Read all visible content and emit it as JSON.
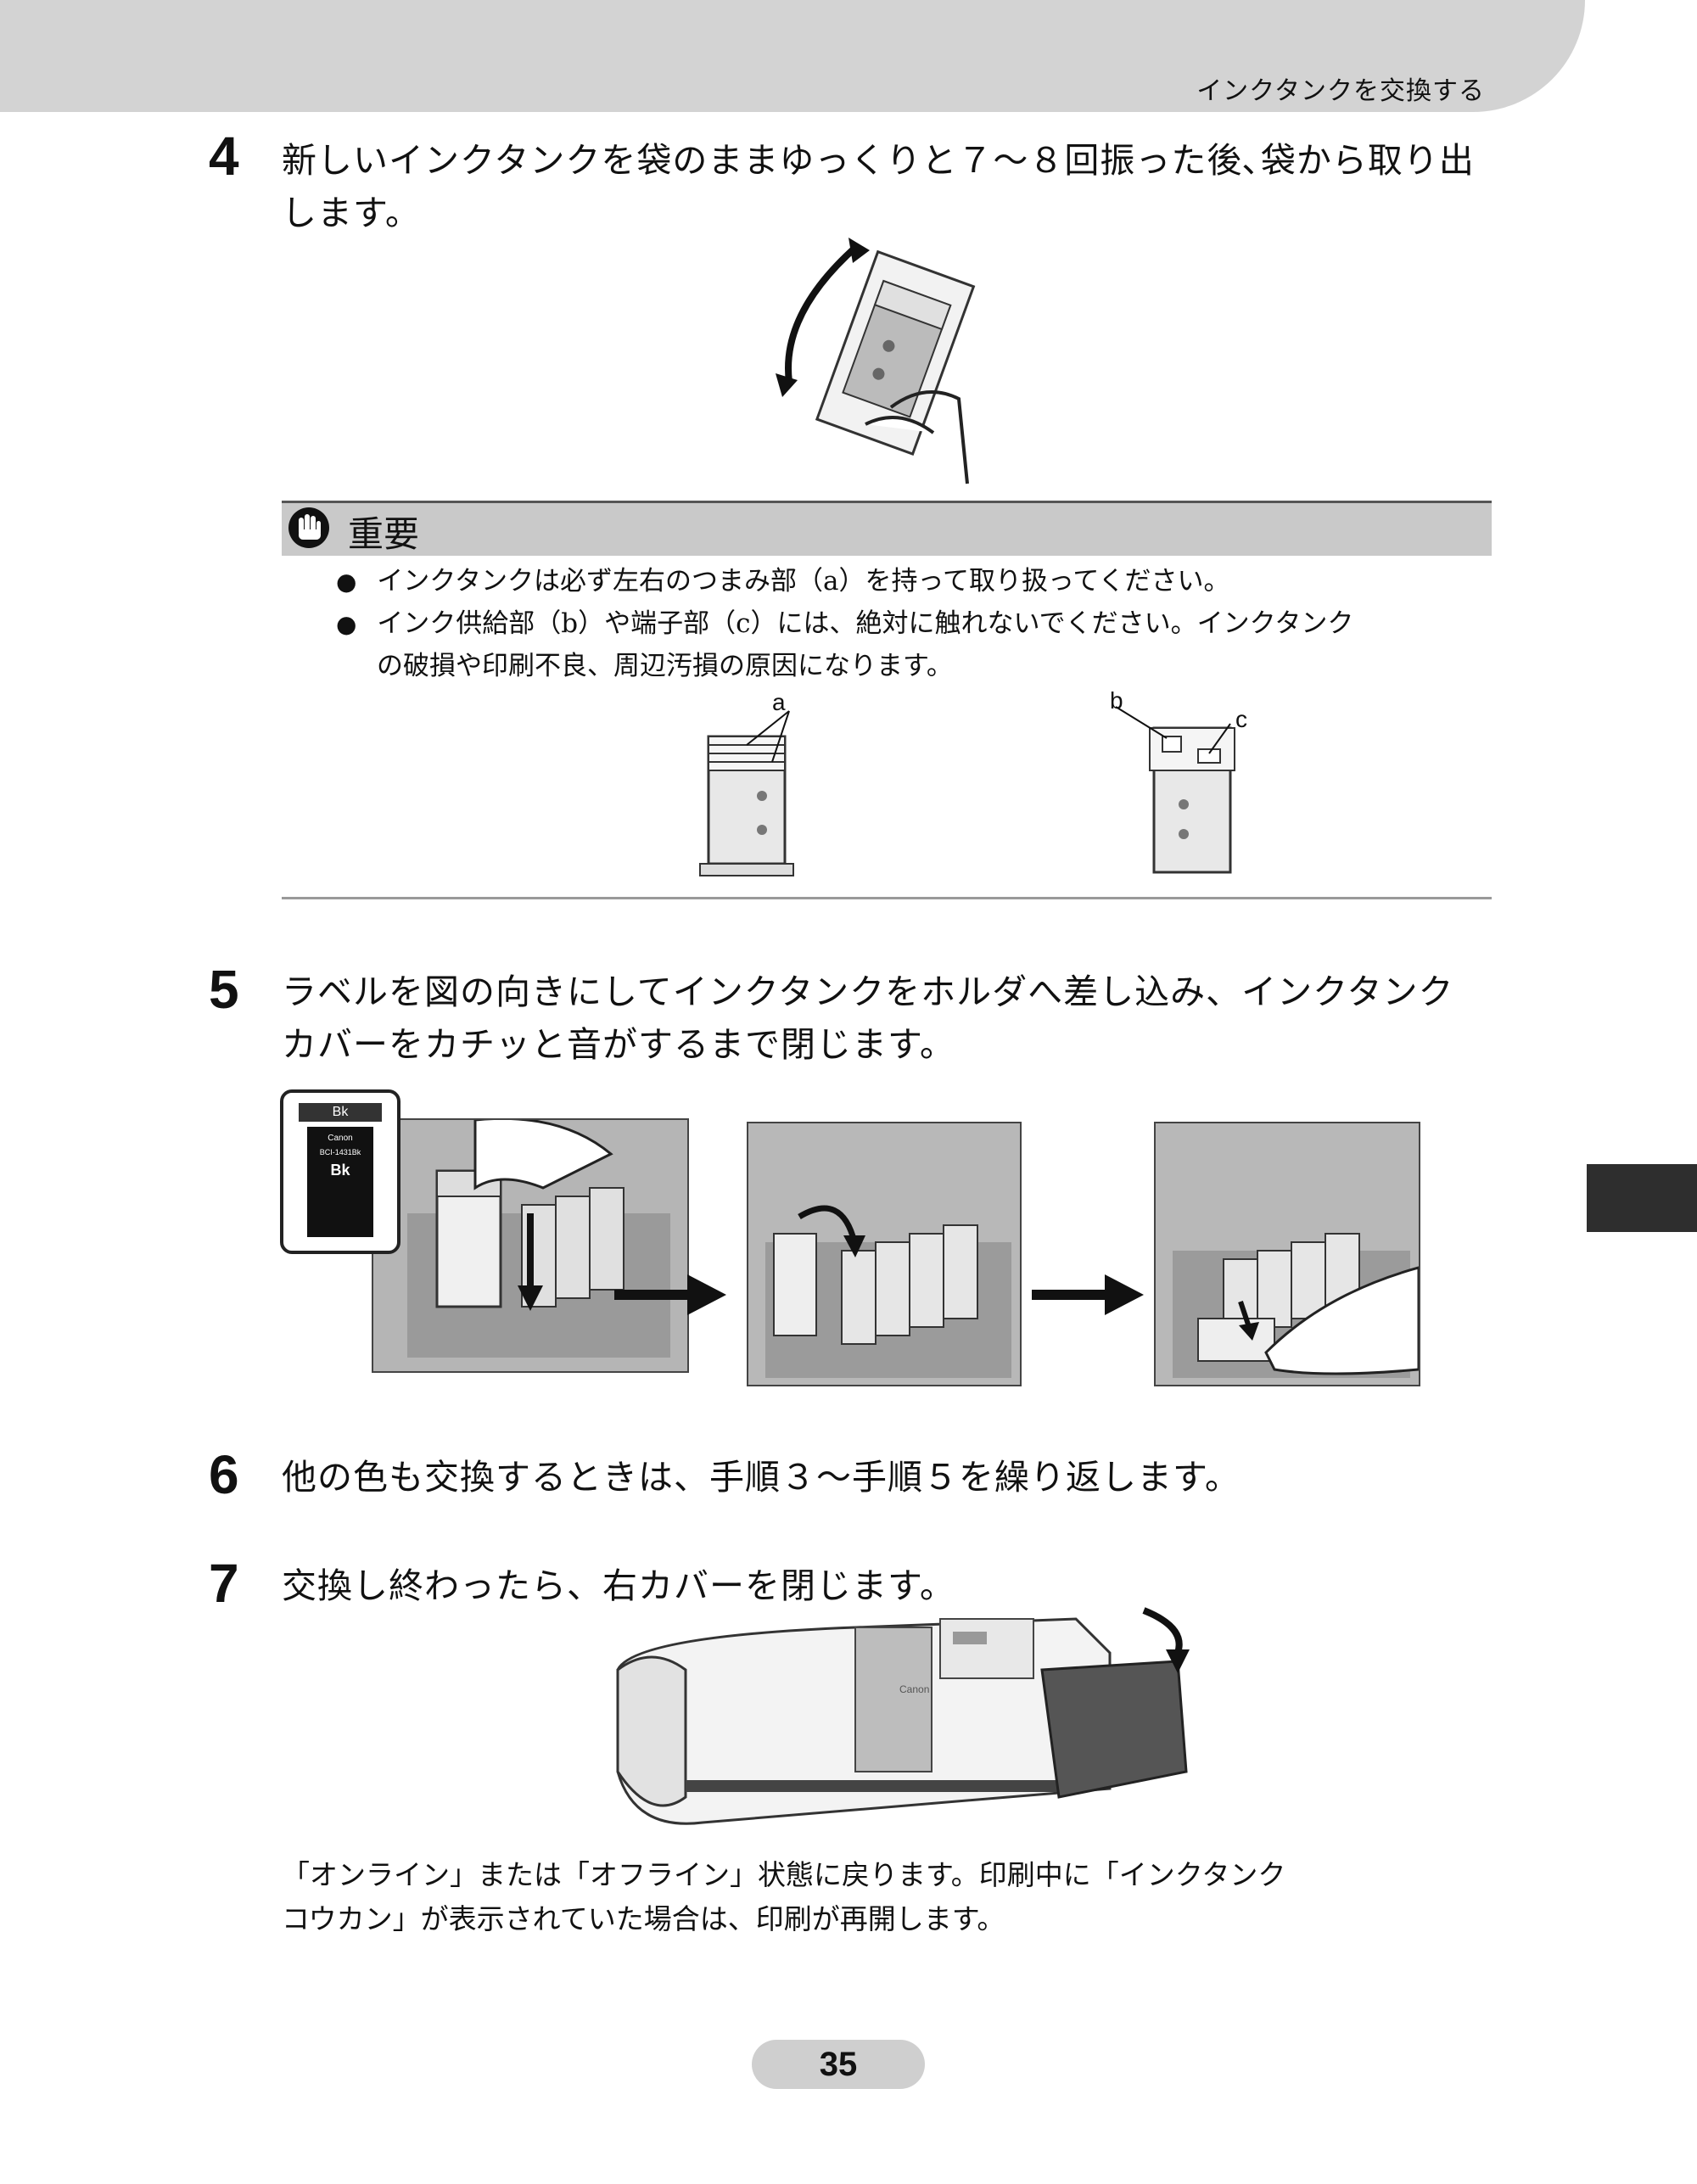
{
  "header": {
    "title": "インクタンクを交換する"
  },
  "steps": [
    {
      "number": "4",
      "lines": [
        "新しいインクタンクを袋のままゆっくりと７～８回振った後､袋から取り出",
        "します。"
      ]
    },
    {
      "number": "5",
      "lines": [
        "ラベルを図の向きにしてインクタンクをホルダへ差し込み、インクタンク",
        "カバーをカチッと音がするまで閉じます。"
      ]
    },
    {
      "number": "6",
      "lines": [
        "他の色も交換するときは、手順３～手順５を繰り返します。"
      ]
    },
    {
      "number": "7",
      "lines": [
        "交換し終わったら、右カバーを閉じます。"
      ]
    }
  ],
  "important": {
    "title": "重要",
    "bullets": [
      [
        "インクタンクは必ず左右のつまみ部（a）を持って取り扱ってください。"
      ],
      [
        "インク供給部（b）や端子部（c）には、絶対に触れないでください。インクタンク",
        "の破損や印刷不良、周辺汚損の原因になります。"
      ]
    ],
    "figure_labels": {
      "a": "a",
      "b": "b",
      "c": "c"
    }
  },
  "step5_label": {
    "bk_top": "Bk",
    "brand": "Canon",
    "bk_big": "Bk",
    "model": "BCI-1431Bk"
  },
  "printer_brand": "Canon",
  "result_text": [
    "「オンライン」または「オフライン」状態に戻ります。印刷中に「インクタンク",
    "コウカン」が表示されていた場合は、印刷が再開します。"
  ],
  "page_number": "35"
}
